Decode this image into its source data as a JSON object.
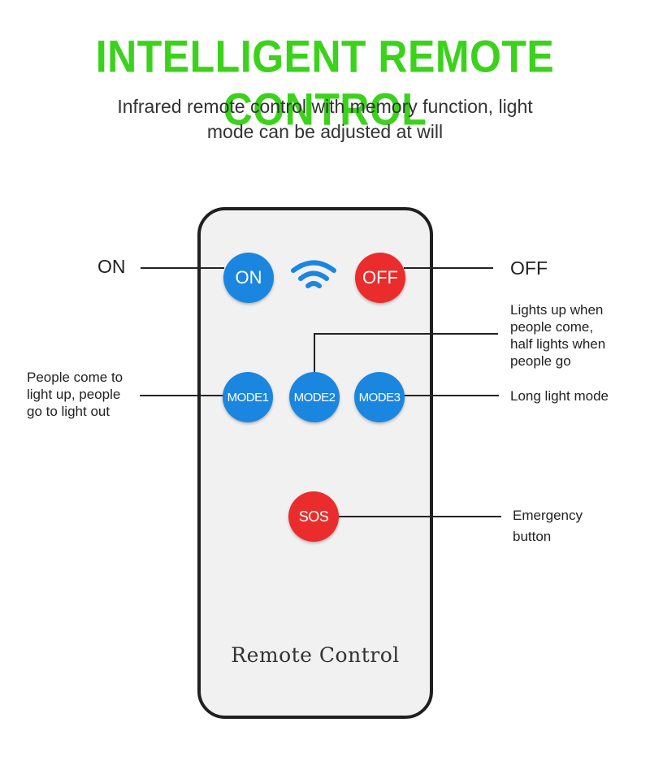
{
  "header": {
    "title": "INTELLIGENT REMOTE CONTROL",
    "subtitle_line1": "Infrared remote control with memory function, light",
    "subtitle_line2": "mode can be adjusted at will"
  },
  "remote": {
    "buttons": {
      "on": "ON",
      "off": "OFF",
      "mode1": "MODE1",
      "mode2": "MODE2",
      "mode3": "MODE3",
      "sos": "SOS"
    },
    "signal_icon": "wifi-icon",
    "brand_text": "Remote Control",
    "colors": {
      "blue": "#1a86e0",
      "red": "#ea2c2c",
      "title_green": "#3bd21b"
    }
  },
  "callouts": {
    "on": "ON",
    "off": "OFF",
    "mode1_line1": "People come to",
    "mode1_line2": "light up, people",
    "mode1_line3": "go to light out",
    "mode2_line1": "Lights up when",
    "mode2_line2": "people come,",
    "mode2_line3": "half lights when",
    "mode2_line4": "people go",
    "mode3": "Long light mode",
    "sos_line1": "Emergency",
    "sos_line2": "button"
  }
}
